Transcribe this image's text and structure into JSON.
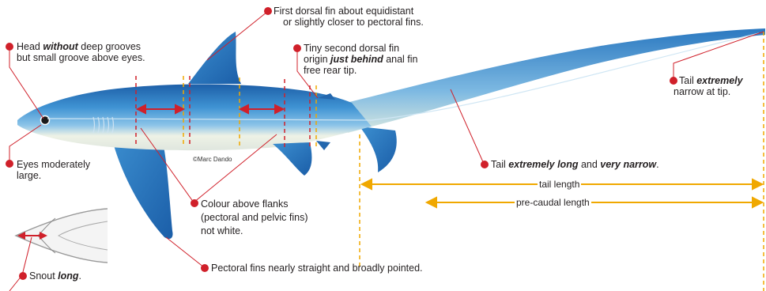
{
  "colors": {
    "accent_red": "#d0202a",
    "measure_orange": "#f0a800",
    "shark_blue": "#2e7fc4",
    "belly_white": "#f2f2ea"
  },
  "labels": {
    "dorsal1": {
      "line1": "First dorsal fin about equidistant",
      "line2": "or slightly closer to pectoral fins."
    },
    "head": {
      "pre": "Head ",
      "em": "without",
      "post": " deep grooves",
      "line2": "but small groove above eyes."
    },
    "dorsal2": {
      "line1": "Tiny second dorsal fin",
      "line2_pre": "origin ",
      "line2_em": "just behind",
      "line2_post": " anal fin",
      "line3": "free rear tip."
    },
    "tail_tip": {
      "pre": "Tail ",
      "em": "extremely",
      "line2": "narrow at tip."
    },
    "eyes": {
      "line1": "Eyes moderately",
      "line2": "large."
    },
    "tail_long": {
      "pre": "Tail ",
      "em1": "extremely long",
      "mid": " and ",
      "em2": "very narrow",
      "post": "."
    },
    "colour": {
      "line1": "Colour above flanks",
      "line2": "(pectoral and pelvic fins)",
      "line3": "not white."
    },
    "pectoral": {
      "text": "Pectoral fins nearly straight and broadly pointed."
    },
    "snout": {
      "pre": "Snout ",
      "em": "long",
      "post": "."
    }
  },
  "measurements": {
    "tail_length": "tail length",
    "precaudal_length": "pre-caudal length"
  },
  "credit": "©Marc Dando"
}
